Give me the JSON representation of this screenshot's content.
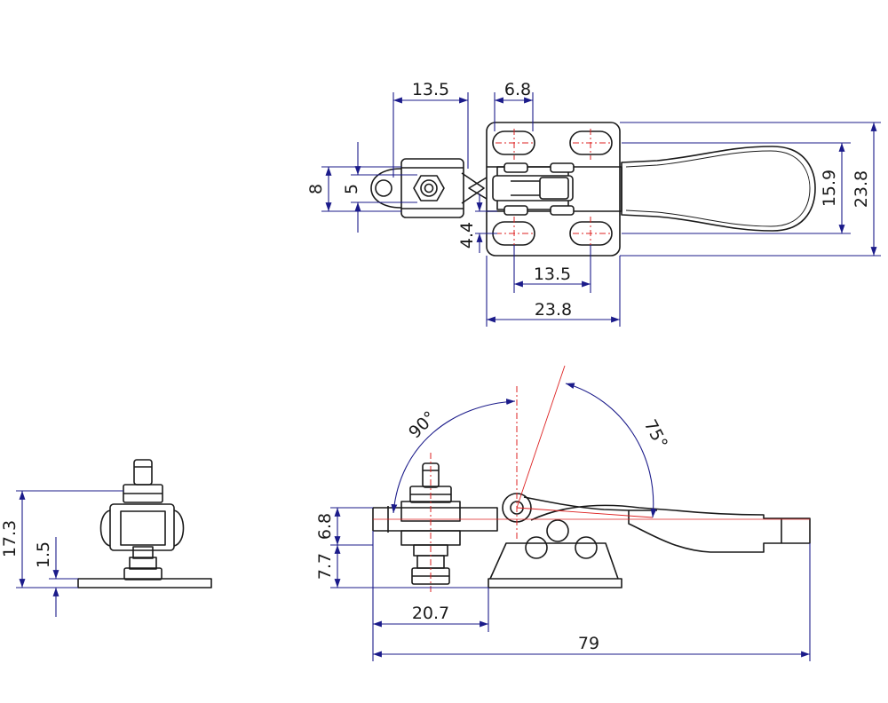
{
  "top_view": {
    "dims": {
      "d13_5_top": "13.5",
      "d6_8": "6.8",
      "d8": "8",
      "d5": "5",
      "d4_4": "4.4",
      "d15_9": "15.9",
      "d23_8_right": "23.8",
      "d13_5_bottom": "13.5",
      "d23_8_bottom": "23.8"
    }
  },
  "end_view": {
    "dims": {
      "d17_3": "17.3",
      "d1_5": "1.5"
    }
  },
  "side_view": {
    "dims": {
      "d6_8": "6.8",
      "d7_7": "7.7",
      "d20_7": "20.7",
      "d79": "79",
      "a90": "90°",
      "a75": "75°"
    }
  },
  "colors": {
    "dimension": "#1b1b8a",
    "centerline": "#dd2222",
    "outline": "#1a1a1a"
  }
}
